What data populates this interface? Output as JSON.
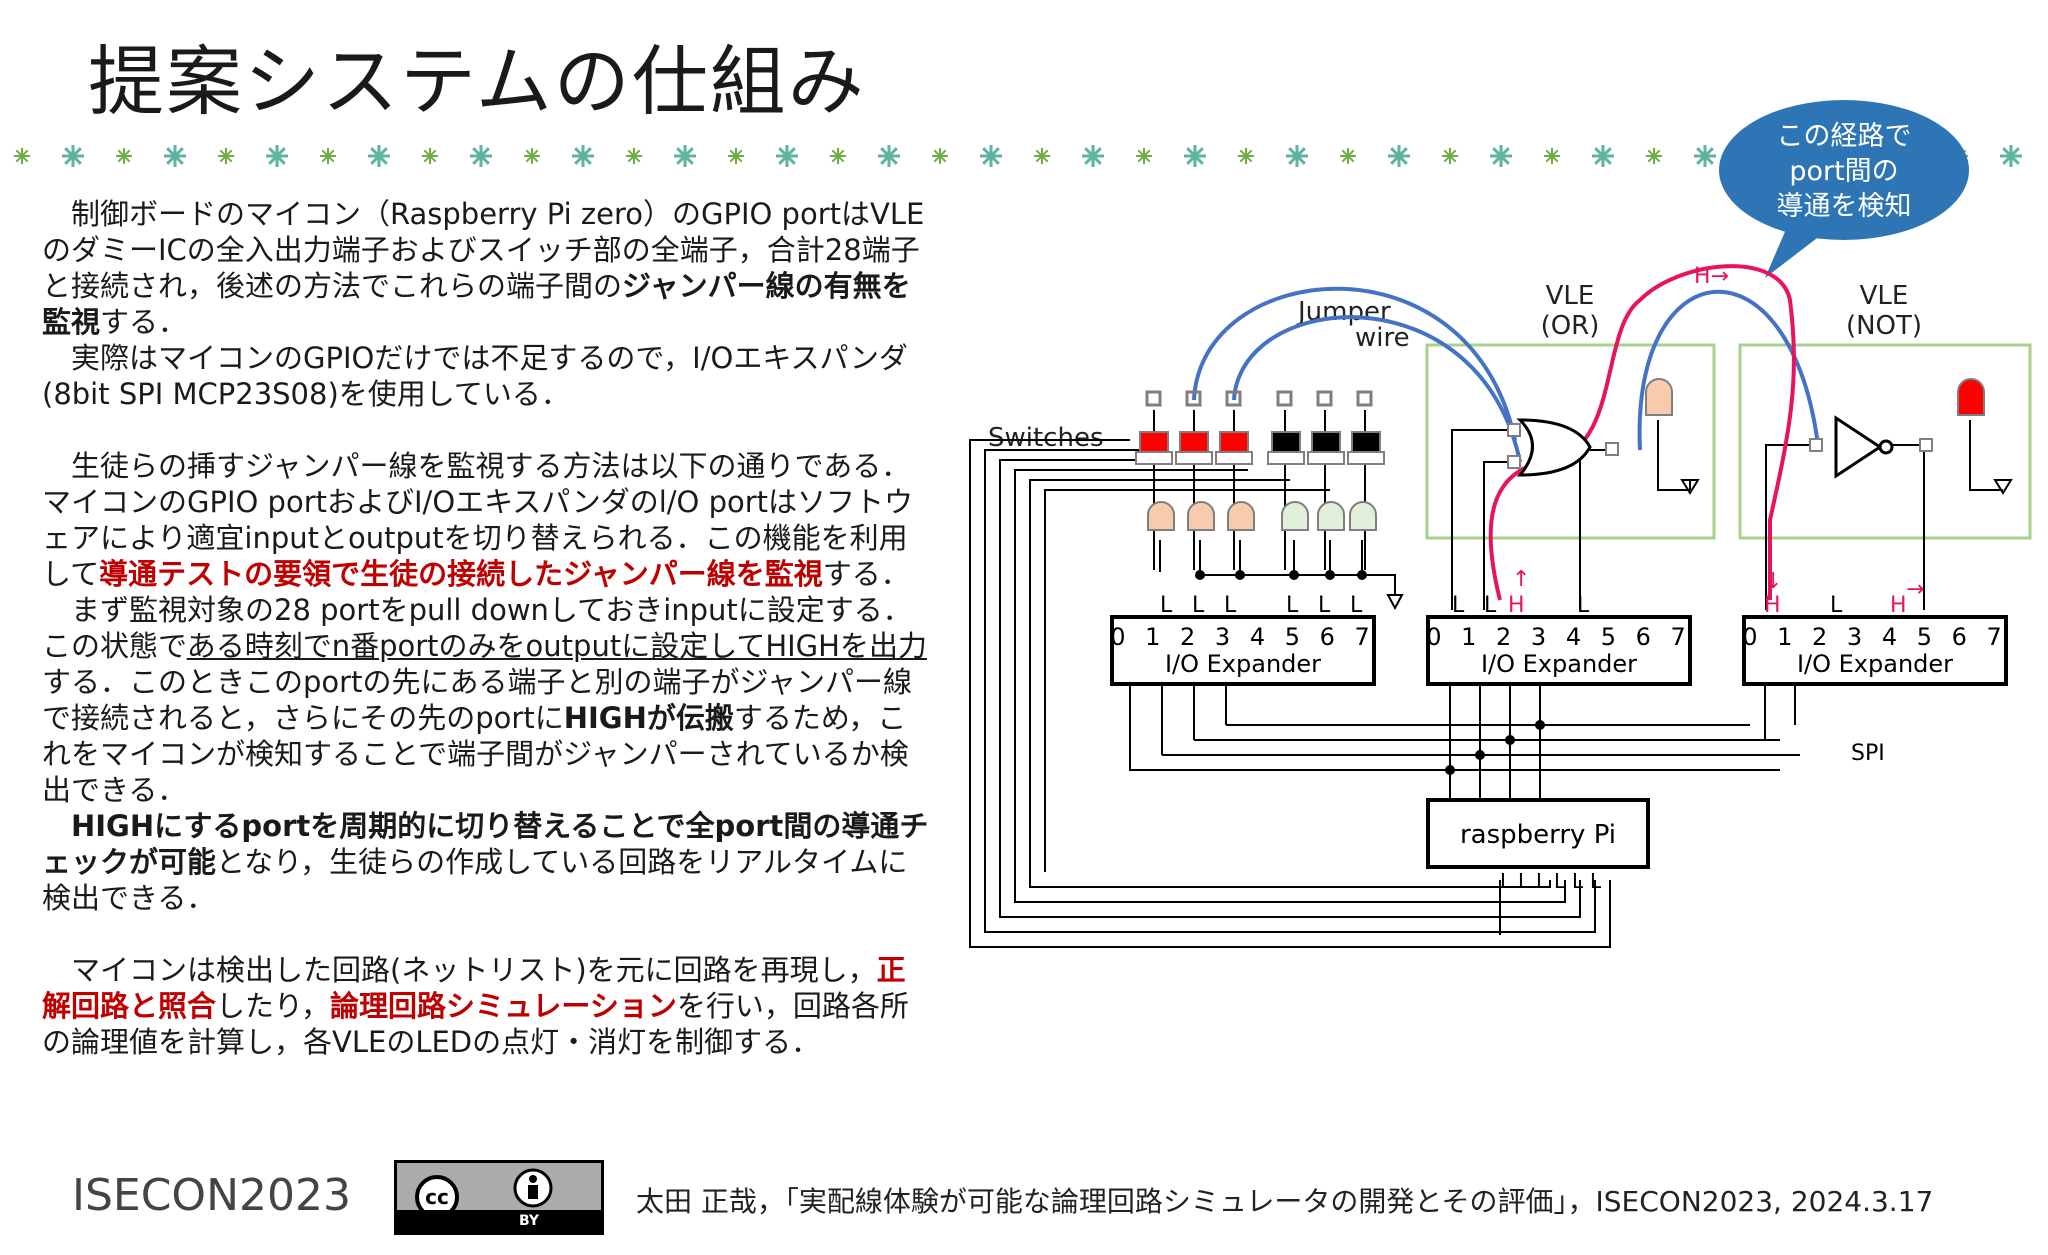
{
  "title": "提案システムの仕組み",
  "body": {
    "p1": [
      {
        "t": "　制御ボードのマイコン（Raspberry Pi zero）のGPIO portはVLEのダミーICの全入出力端子およびスイッチ部の全端子，合計28端子と接続され，後述の方法でこれらの端子間の",
        "s": ""
      },
      {
        "t": "ジャンパー線の有無を監視",
        "s": "b"
      },
      {
        "t": "する．",
        "s": ""
      }
    ],
    "p2": "　実際はマイコンのGPIOだけでは不足するので，I/Oエキスパンダ(8bit SPI MCP23S08)を使用している．",
    "p3": [
      {
        "t": "　生徒らの挿すジャンパー線を監視する方法は以下の通りである．マイコンのGPIO portおよびI/Oエキスパンダのl/O portはソフトウェアにより適宜inputとoutputを切り替えられる．この機能を利用して",
        "s": ""
      },
      {
        "t": "導通テストの要領で生徒の接続したジャンパー線を監視",
        "s": "r"
      },
      {
        "t": "する．",
        "s": ""
      }
    ],
    "p4": [
      {
        "t": "　まず監視対象の28 portをpull downしておきinputに設定する．この状態で",
        "s": ""
      },
      {
        "t": "ある時刻でn番portのみをoutputに設定してHIGHを出力",
        "s": "u"
      },
      {
        "t": "する．このときこのportの先にある端子と別の端子がジャンパー線で接続されると，さらにその先のportに",
        "s": ""
      },
      {
        "t": "HIGHが伝搬",
        "s": "b"
      },
      {
        "t": "するため，これをマイコンが検知することで端子間がジャンパーされているか検出できる．",
        "s": ""
      }
    ],
    "p5": [
      {
        "t": "　HIGHにするportを周期的に切り替えることで全port間の導通チェックが可能",
        "s": "b"
      },
      {
        "t": "となり，生徒らの作成している回路をリアルタイムに検出できる．",
        "s": ""
      }
    ],
    "p6": [
      {
        "t": "　マイコンは検出した回路(ネットリスト)を元に回路を再現し，",
        "s": ""
      },
      {
        "t": "正解回路と照合",
        "s": "r"
      },
      {
        "t": "したり，",
        "s": ""
      },
      {
        "t": "論理回路シミュレーション",
        "s": "r"
      },
      {
        "t": "を行い，回路各所の論理値を計算し，各VLEのLEDの点灯・消灯を制御する．",
        "s": ""
      }
    ]
  },
  "diagram": {
    "callout": [
      "この経路で",
      "port間の",
      "導通を検知"
    ],
    "jumper_label": [
      "Jumper",
      "wire"
    ],
    "switches_label": "Switches",
    "vle_or": [
      "VLE",
      "(OR)"
    ],
    "vle_not": [
      "VLE",
      "(NOT)"
    ],
    "expander_pins": "0 1 2 3 4 5 6 7",
    "expander_label": "I/O Expander",
    "rpi_label": "raspberry Pi",
    "spi_label": "SPI",
    "L": "L",
    "H": "H",
    "H_arrow": "H→",
    "up_arrow": "↑",
    "down_arrow": "↓",
    "right_arrow": "→"
  },
  "colors": {
    "wire_blue": "#4472c4",
    "signal_red": "#e8135f",
    "led_red": "#ff0000",
    "led_pale_red": "#f8cbad",
    "led_green": "#e2efda",
    "vle_border": "#a9d18e",
    "callout_fill": "#2e75b6",
    "highlight_red": "#c00000",
    "star_green": "#70ad47",
    "star_teal": "#5fb3a1"
  },
  "footer": {
    "conference": "ISECON2023",
    "cc_by": "BY",
    "citation": "太田 正哉，「実配線体験が可能な論理回路シミュレータの開発とその評価」，ISECON2023, 2024.3.17"
  }
}
